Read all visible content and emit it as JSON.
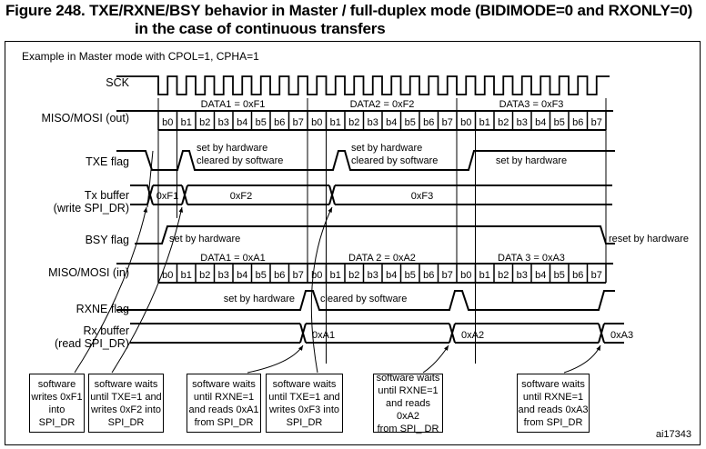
{
  "figure": {
    "title_line1": "Figure 248. TXE/RXNE/BSY behavior in Master / full-duplex mode (BIDIMODE=0 and RXONLY=0)",
    "title_line2": "in the case of continuous transfers",
    "subtitle": "Example in Master mode with CPOL=1, CPHA=1",
    "code": "ai17343"
  },
  "signals": {
    "sck": "SCK",
    "mosi_out": "MISO/MOSI (out)",
    "txe": "TXE flag",
    "txbuf_1": "Tx buffer",
    "txbuf_2": "(write SPI_DR)",
    "bsy": "BSY flag",
    "miso_in": "MISO/MOSI (in)",
    "rxne": "RXNE flag",
    "rxbuf_1": "Rx buffer",
    "rxbuf_2": "(read SPI_DR)"
  },
  "timing": {
    "bits_per_frame": 8,
    "frames": 3,
    "bit_labels": [
      "b0",
      "b1",
      "b2",
      "b3",
      "b4",
      "b5",
      "b6",
      "b7"
    ]
  },
  "out_frames": [
    {
      "label": "DATA1 = 0xF1"
    },
    {
      "label": "DATA2 = 0xF2"
    },
    {
      "label": "DATA3 = 0xF3"
    }
  ],
  "in_frames": [
    {
      "label": "DATA1 = 0xA1"
    },
    {
      "label": "DATA 2 = 0xA2"
    },
    {
      "label": "DATA 3 = 0xA3"
    }
  ],
  "tx_buffer_values": [
    "0xF1",
    "0xF2",
    "0xF3"
  ],
  "rx_buffer_values": [
    "0xA1",
    "0xA2",
    "0xA3"
  ],
  "annotations": {
    "txe_1": [
      "set by hardware",
      "cleared by software"
    ],
    "txe_2": [
      "set by hardware",
      "cleared by software"
    ],
    "txe_3": "set by hardware",
    "bsy_set": "set by hardware",
    "bsy_reset": "reset by hardware",
    "rxne_set": "set by hardware",
    "rxne_clear": "cleared by software"
  },
  "notes": [
    "software\nwrites 0xF1\ninto SPI_DR",
    "software waits\nuntil TXE=1 and\nwrites 0xF2 into\nSPI_DR",
    "software waits\nuntil RXNE=1\nand reads 0xA1\nfrom SPI_DR",
    "software waits\nuntil TXE=1 and\nwrites 0xF3 into\nSPI_DR",
    "software waits\nuntil RXNE=1\nand reads 0xA2\nfrom SPI_ DR",
    "software waits\nuntil RXNE=1\nand reads 0xA3\nfrom SPI_DR"
  ]
}
